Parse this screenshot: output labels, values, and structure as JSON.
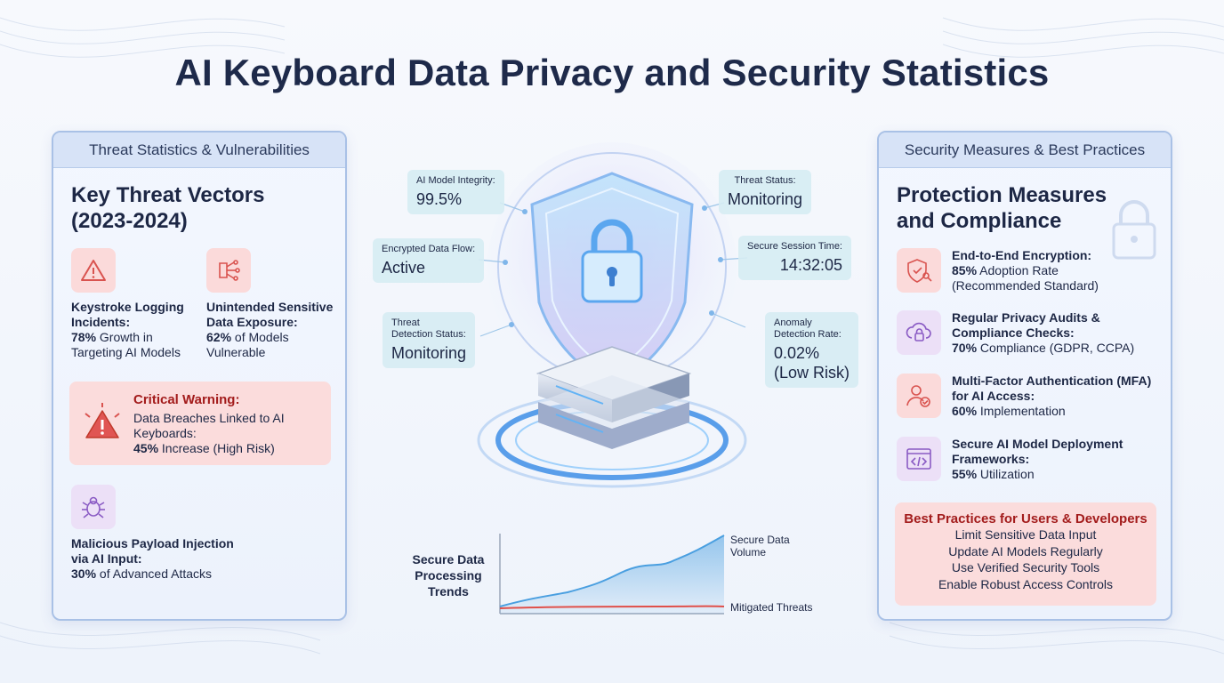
{
  "title": "AI Keyboard Data Privacy and Security Statistics",
  "left_panel": {
    "header": "Threat Statistics & Vulnerabilities",
    "title_line1": "Key Threat Vectors",
    "title_line2": "(2023-2024)",
    "stats": [
      {
        "label_line1": "Keystroke Logging",
        "label_line2": "Incidents:",
        "value": "78%",
        "desc_line1": "Growth in",
        "desc_line2": "Targeting AI Models",
        "icon": "warning-triangle-icon"
      },
      {
        "label_line1": "Unintended Sensitive",
        "label_line2": "Data Exposure:",
        "value": "62%",
        "desc_line1": "of Models",
        "desc_line2": "Vulnerable",
        "icon": "network-nodes-icon"
      },
      {
        "label_line1": "Malicious Payload Injection",
        "label_line2": "via AI Input:",
        "value": "30%",
        "desc_line1": "of Advanced Attacks",
        "icon": "bug-icon"
      }
    ],
    "warning": {
      "title": "Critical Warning:",
      "body_line1": "Data Breaches Linked to AI",
      "body_line2": "Keyboards:",
      "value": "45%",
      "desc": "Increase (High Risk)"
    }
  },
  "center": {
    "chips": {
      "integrity": {
        "label": "AI Model Integrity:",
        "value": "99.5%"
      },
      "threat_status": {
        "label": "Threat Status:",
        "value": "Monitoring"
      },
      "encrypted": {
        "label": "Encrypted Data Flow:",
        "value": "Active"
      },
      "session": {
        "label": "Secure Session Time:",
        "value": "14:32:05"
      },
      "detection": {
        "label_line1": "Threat",
        "label_line2": "Detection Status:",
        "value": "Monitoring"
      },
      "anomaly": {
        "label_line1": "Anomaly",
        "label_line2": "Detection Rate:",
        "value_line1": "0.02%",
        "value_line2": "(Low Risk)"
      }
    },
    "trend_label_line1": "Secure Data",
    "trend_label_line2": "Processing",
    "trend_label_line3": "Trends",
    "legend_top_line1": "Secure Data",
    "legend_top_line2": "Volume",
    "legend_bottom": "Mitigated Threats"
  },
  "right_panel": {
    "header": "Security Measures & Best Practices",
    "title_line1": "Protection Measures",
    "title_line2": "and Compliance",
    "items": [
      {
        "label_line1": "End-to-End Encryption:",
        "label_line2": "",
        "value": "85%",
        "desc_line1": "Adoption Rate",
        "desc_line2": "(Recommended Standard)",
        "icon": "shield-key-icon"
      },
      {
        "label_line1": "Regular Privacy Audits &",
        "label_line2": "Compliance Checks:",
        "value": "70%",
        "desc_line1": "Compliance (GDPR, CCPA)",
        "desc_line2": "",
        "icon": "cloud-lock-icon"
      },
      {
        "label_line1": "Multi-Factor Authentication (MFA)",
        "label_line2": "for AI Access:",
        "value": "60%",
        "desc_line1": "Implementation",
        "desc_line2": "",
        "icon": "user-check-icon"
      },
      {
        "label_line1": "Secure AI Model Deployment",
        "label_line2": "Frameworks:",
        "value": "55%",
        "desc_line1": "Utilization",
        "desc_line2": "",
        "icon": "code-window-icon"
      }
    ],
    "best_practices": {
      "title": "Best Practices for Users & Developers",
      "lines": [
        "Limit Sensitive Data Input",
        "Update AI Models Regularly",
        "Use Verified Security Tools",
        "Enable Robust Access Controls"
      ]
    }
  },
  "colors": {
    "accent": "#a9c1e6",
    "warning_bg": "#fbdcdc",
    "warning_text": "#a31c1c",
    "line_blue": "#4a9fe0",
    "line_red": "#e0504a"
  }
}
